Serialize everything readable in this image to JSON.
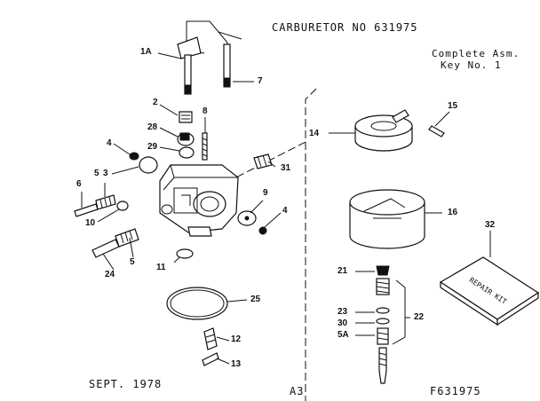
{
  "header": {
    "title": "CARBURETOR NO 631975",
    "note_line1": "Complete Asm.",
    "note_line2": "Key No. 1"
  },
  "footer": {
    "date": "SEPT. 1978",
    "page": "A3",
    "figure": "F631975"
  },
  "kit_text": "REPAIR KIT",
  "callouts": {
    "c1A": "1A",
    "c7": "7",
    "c2": "2",
    "c28": "28",
    "c8": "8",
    "c29": "29",
    "c4a": "4",
    "c5a": "5",
    "c3": "3",
    "c31": "31",
    "c6": "6",
    "c10": "10",
    "c9": "9",
    "c4b": "4",
    "c24": "24",
    "c5b": "5",
    "c11": "11",
    "c25": "25",
    "c12": "12",
    "c13": "13",
    "c14": "14",
    "c15": "15",
    "c16": "16",
    "c32": "32",
    "c21": "21",
    "c22": "22",
    "c23": "23",
    "c30": "30",
    "c5c": "5A"
  }
}
